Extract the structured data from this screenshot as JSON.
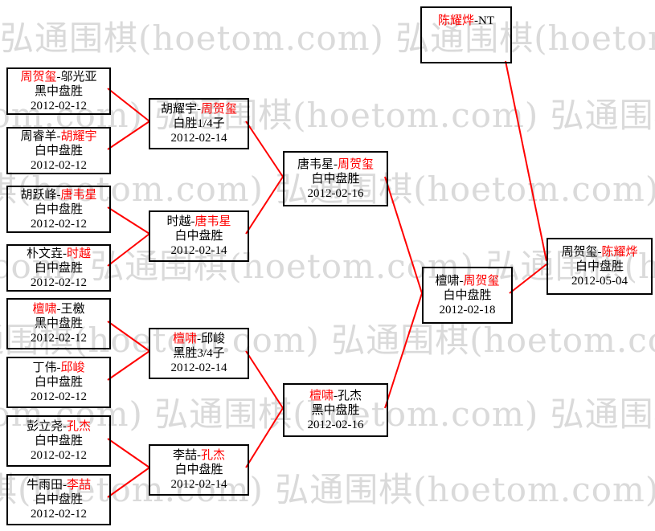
{
  "watermark": {
    "text": "弘通围棋(hoetom.com)"
  },
  "separator": "-",
  "colors": {
    "background": "#ffffff",
    "watermark": "#dadada",
    "connector": "#ff0000",
    "box_border": "#000000",
    "box_text": "#000000",
    "winner_name": "#ff0000"
  },
  "matches": [
    {
      "p1": "周贺玺",
      "p2": "邬光亚",
      "winner": "p1",
      "result": "黑中盘胜",
      "date": "2012-02-12"
    },
    {
      "p1": "周睿羊",
      "p2": "胡耀宇",
      "winner": "p2",
      "result": "白中盘胜",
      "date": "2012-02-12"
    },
    {
      "p1": "胡跃峰",
      "p2": "唐韦星",
      "winner": "p2",
      "result": "白中盘胜",
      "date": "2012-02-12"
    },
    {
      "p1": "朴文垚",
      "p2": "时越",
      "winner": "p2",
      "result": "白中盘胜",
      "date": "2012-02-12"
    },
    {
      "p1": "檀啸",
      "p2": "王檄",
      "winner": "p1",
      "result": "黑中盘胜",
      "date": "2012-02-12"
    },
    {
      "p1": "丁伟",
      "p2": "邱峻",
      "winner": "p2",
      "result": "白中盘胜",
      "date": "2012-02-12"
    },
    {
      "p1": "彭立尧",
      "p2": "孔杰",
      "winner": "p2",
      "result": "白中盘胜",
      "date": "2012-02-12"
    },
    {
      "p1": "牛雨田",
      "p2": "李喆",
      "winner": "p2",
      "result": "白中盘胜",
      "date": "2012-02-12"
    },
    {
      "p1": "胡耀宇",
      "p2": "周贺玺",
      "winner": "p2",
      "result": "白胜1/4子",
      "date": "2012-02-14"
    },
    {
      "p1": "时越",
      "p2": "唐韦星",
      "winner": "p2",
      "result": "白中盘胜",
      "date": "2012-02-14"
    },
    {
      "p1": "檀啸",
      "p2": "邱峻",
      "winner": "p1",
      "result": "黑胜3/4子",
      "date": "2012-02-14"
    },
    {
      "p1": "李喆",
      "p2": "孔杰",
      "winner": "p2",
      "result": "白中盘胜",
      "date": "2012-02-14"
    },
    {
      "p1": "唐韦星",
      "p2": "周贺玺",
      "winner": "p2",
      "result": "白中盘胜",
      "date": "2012-02-16"
    },
    {
      "p1": "檀啸",
      "p2": "孔杰",
      "winner": "p1",
      "result": "黑中盘胜",
      "date": "2012-02-16"
    },
    {
      "p1": "檀啸",
      "p2": "周贺玺",
      "winner": "p2",
      "result": "白中盘胜",
      "date": "2012-02-18"
    },
    {
      "p1": "陈耀烨",
      "p2": "NT",
      "winner": "p1",
      "result": "",
      "date": ""
    },
    {
      "p1": "周贺玺",
      "p2": "陈耀烨",
      "winner": "p2",
      "result": "白中盘胜",
      "date": "2012-05-04"
    }
  ]
}
